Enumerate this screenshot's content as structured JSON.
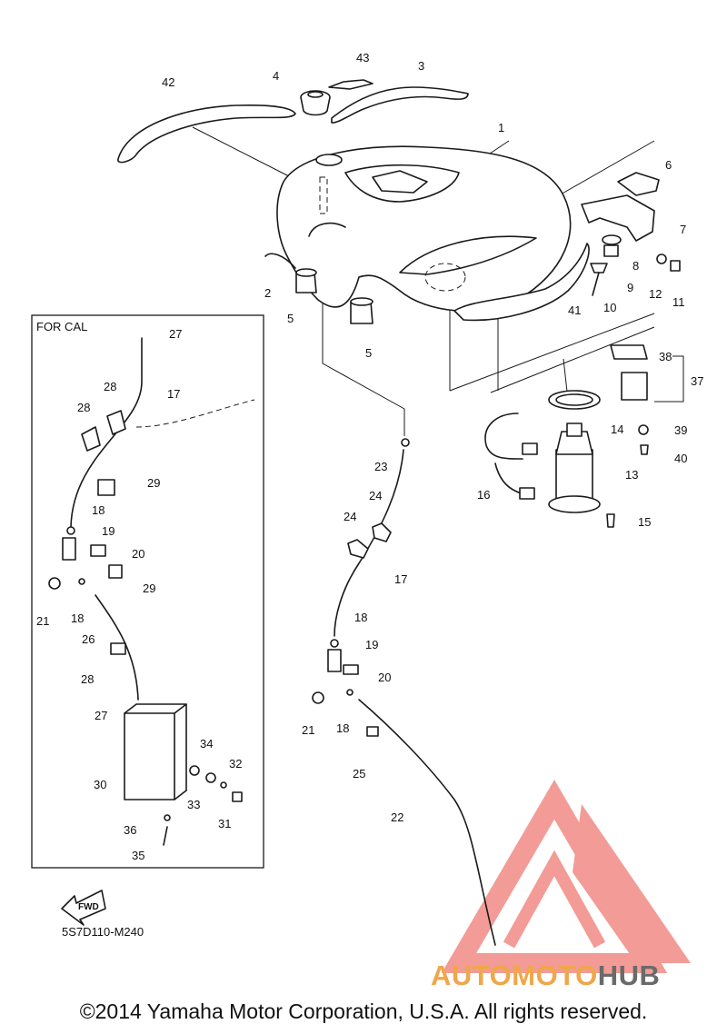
{
  "diagram": {
    "box_label": "FOR CAL",
    "drawing_code": "5S7D110-M240",
    "fwd_label": "FWD",
    "callouts": [
      "1",
      "2",
      "3",
      "4",
      "5",
      "5",
      "6",
      "7",
      "8",
      "9",
      "10",
      "11",
      "12",
      "13",
      "14",
      "15",
      "16",
      "17",
      "18",
      "19",
      "20",
      "21",
      "22",
      "23",
      "24",
      "24",
      "25",
      "26",
      "27",
      "27",
      "28",
      "28",
      "28",
      "29",
      "29",
      "30",
      "31",
      "32",
      "33",
      "34",
      "35",
      "36",
      "37",
      "38",
      "39",
      "40",
      "41",
      "42",
      "43",
      "17",
      "18",
      "18",
      "18",
      "19",
      "20",
      "21"
    ]
  },
  "watermark": {
    "text_part1": "AUTOMOTO",
    "text_part2": "HUB",
    "colors": {
      "logo": "#ef7a73",
      "text_orange": "#f0a64a",
      "text_gray": "#6a6a6a"
    }
  },
  "footer": {
    "copyright": "©2014 Yamaha Motor Corporation, U.S.A. All rights reserved."
  }
}
